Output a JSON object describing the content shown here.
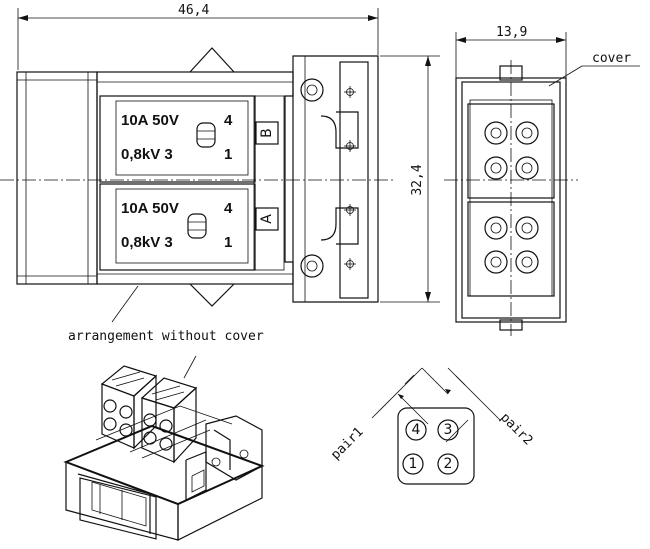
{
  "dimensions": {
    "overall_length": "46,4",
    "width": "13,9",
    "height": "32,4"
  },
  "labels": {
    "cover": "cover",
    "arrangement": "arrangement without cover",
    "pair1": "pair1",
    "pair2": "pair2"
  },
  "modules": [
    {
      "rating": "10A 50V",
      "voltage": "0,8kV 3",
      "pin_top": "4",
      "pin_bottom": "1",
      "code": "B"
    },
    {
      "rating": "10A 50V",
      "voltage": "0,8kV 3",
      "pin_top": "4",
      "pin_bottom": "1",
      "code": "A"
    }
  ],
  "pin_layout": {
    "top_left": "4",
    "top_right": "3",
    "bottom_left": "1",
    "bottom_right": "2"
  }
}
